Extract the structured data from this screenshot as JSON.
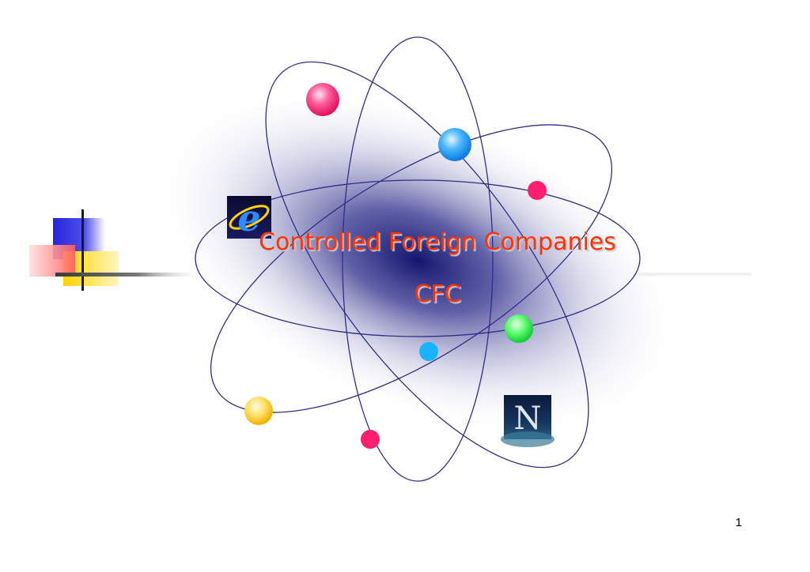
{
  "slide": {
    "title": "Controlled Foreign Companies",
    "subtitle": "CFC",
    "page_number": "1"
  },
  "icons": {
    "browser_logo": "internet-explorer-icon",
    "browser_letter": "e",
    "navigator_logo": "netscape-navigator-icon",
    "navigator_letter": "N"
  },
  "colors": {
    "title": "#ff3300",
    "orbit": "#2e2e8a",
    "glow": "#1c1c7a",
    "node_pink": "#ff1f6e",
    "node_blue": "#1ea0ff",
    "node_green": "#33ee55",
    "node_yellow": "#ffcc22",
    "deco_blue": "#2a2ae0",
    "deco_yellow": "#ffd400",
    "deco_red": "#ff6a6a"
  }
}
